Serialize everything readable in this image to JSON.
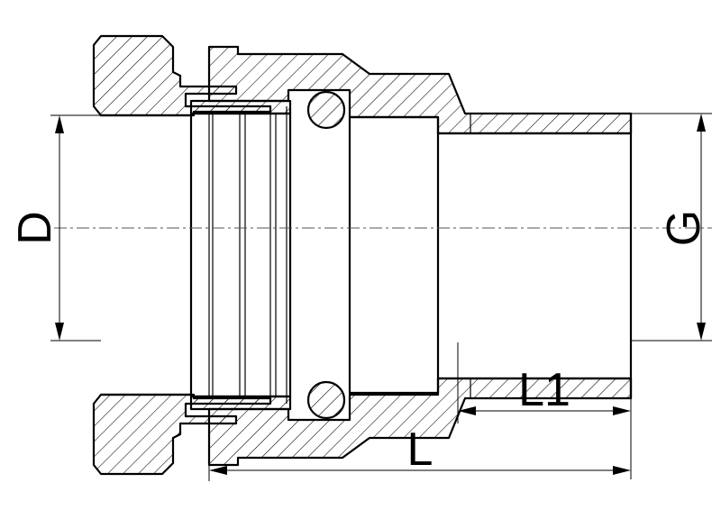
{
  "labels": {
    "diameter": "D",
    "thread": "G",
    "thread_length": "L1",
    "total_length": "L"
  }
}
